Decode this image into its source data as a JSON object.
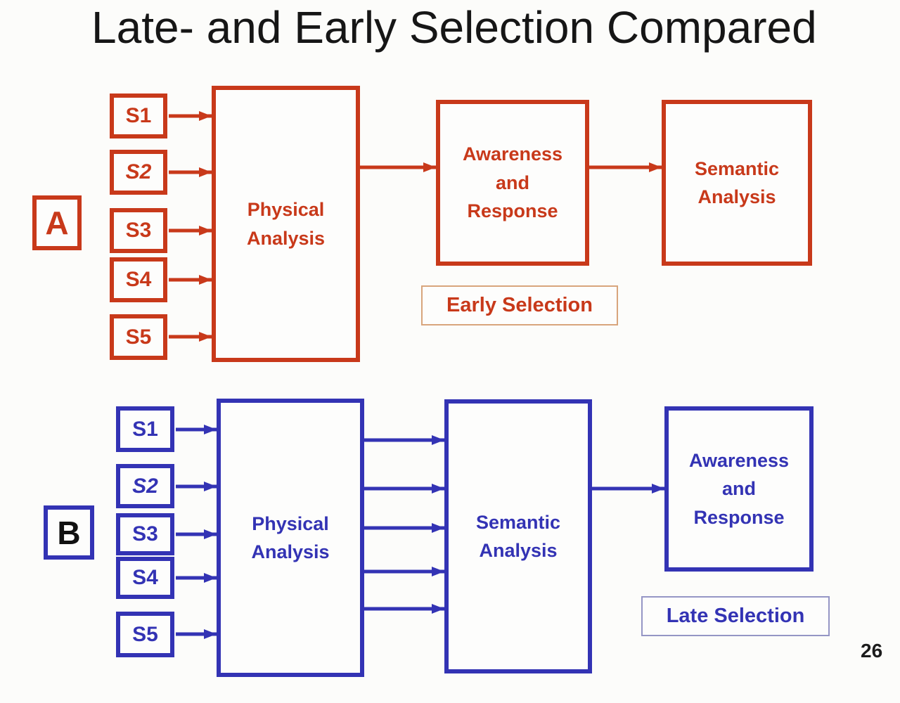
{
  "slide": {
    "title": "Late- and Early Selection Compared",
    "page_number": "26"
  },
  "colors": {
    "red": "#C8391A",
    "blue": "#3333B4",
    "early_label_border": "#D8A57C",
    "late_label_border": "#9596C5",
    "title_color": "#161616"
  },
  "diagram_a": {
    "label": "A",
    "sources": [
      "S1",
      "S2",
      "S3",
      "S4",
      "S5"
    ],
    "boxes": {
      "physical": "Physical Analysis",
      "awareness": "Awareness and Response",
      "semantic": "Semantic Analysis"
    },
    "selection_label": "Early Selection"
  },
  "diagram_b": {
    "label": "B",
    "sources": [
      "S1",
      "S2",
      "S3",
      "S4",
      "S5"
    ],
    "boxes": {
      "physical": "Physical Analysis",
      "semantic": "Semantic Analysis",
      "awareness": "Awareness and Response"
    },
    "selection_label": "Late Selection"
  }
}
